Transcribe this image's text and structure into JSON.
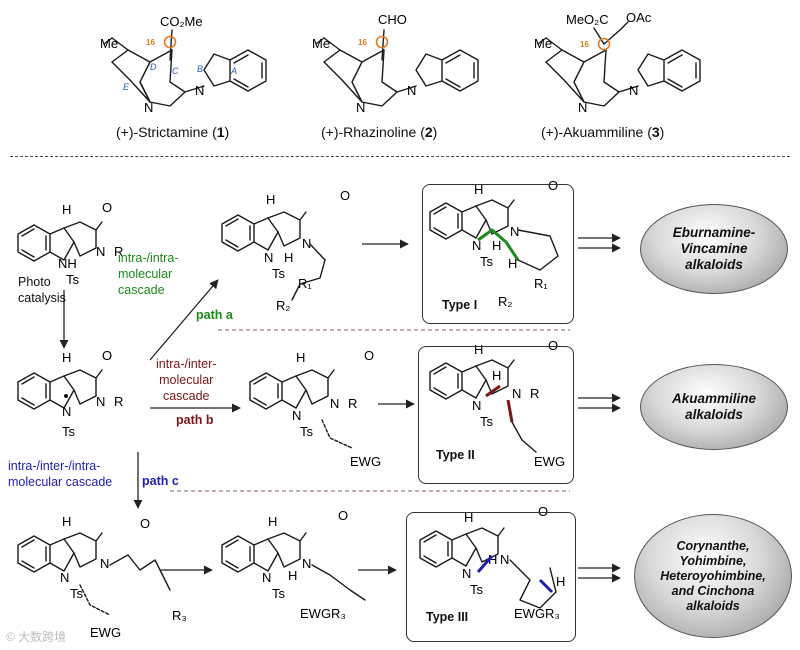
{
  "top": {
    "compounds": [
      {
        "name_prefix": "(+)-Strictamine (",
        "num": "1",
        "name_suffix": ")",
        "substituent": "CO₂Me",
        "position": "16",
        "ring_labels": [
          "A",
          "B",
          "C",
          "D",
          "E"
        ],
        "ethylidene": "Me"
      },
      {
        "name_prefix": "(+)-Rhazinoline (",
        "num": "2",
        "name_suffix": ")",
        "substituent": "CHO",
        "position": "16",
        "ethylidene": "Me"
      },
      {
        "name_prefix": "(+)-Akuammiline (",
        "num": "3",
        "name_suffix": ")",
        "substituent": "MeO₂C",
        "substituent2": "OAc",
        "position": "16",
        "ethylidene": "Me"
      }
    ],
    "atom_N": "N"
  },
  "scheme": {
    "start_labels": {
      "H": "H",
      "O": "O",
      "N": "N",
      "R": "R",
      "NH": "NH",
      "Ts": "Ts"
    },
    "photo": "Photo\ncatalysis",
    "path_a": {
      "desc": "intra-/intra-\nmolecular\ncascade",
      "label": "path a"
    },
    "path_b": {
      "desc": "intra-/inter-\nmolecular\ncascade",
      "label": "path b"
    },
    "path_c": {
      "desc": "intra-/inter-/intra-\nmolecular cascade",
      "label": "path c"
    },
    "R1": "R₁",
    "R2": "R₂",
    "R3": "R₃",
    "EWG": "EWG",
    "EWGR3": "EWGR₃",
    "types": [
      "Type I",
      "Type II",
      "Type III"
    ],
    "products": [
      "Eburnamine-\nVincamine\nalkaloids",
      "Akuammiline\nalkaloids",
      "Corynanthe,\nYohimbine,\nHeteroyohimbine,\nand Cinchona\nalkaloids"
    ]
  },
  "watermark": "© 大数跨境",
  "colors": {
    "green": "#1b8a1b",
    "brown": "#7a1616",
    "blue": "#1f1fb0",
    "orange": "#e07a1f",
    "ringlabel": "#2a5db0"
  }
}
